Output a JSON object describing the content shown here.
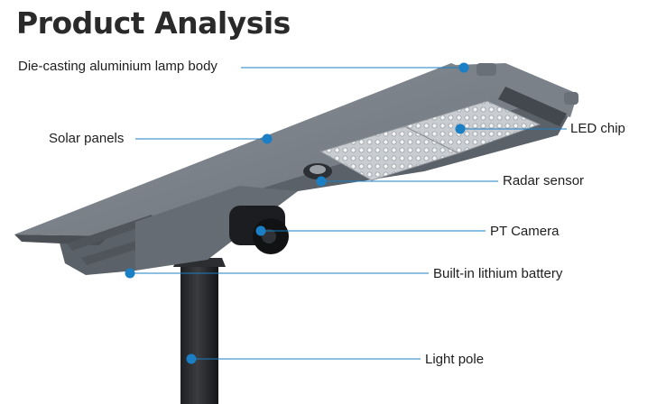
{
  "title": "Product Analysis",
  "accent_color": "#1a7fc4",
  "labels": {
    "lamp_body": "Die-casting aluminium lamp body",
    "solar_panels": "Solar panels",
    "led_chip": "LED chip",
    "radar_sensor": "Radar sensor",
    "pt_camera": "PT Camera",
    "battery": "Built-in lithium battery",
    "light_pole": "Light pole"
  }
}
